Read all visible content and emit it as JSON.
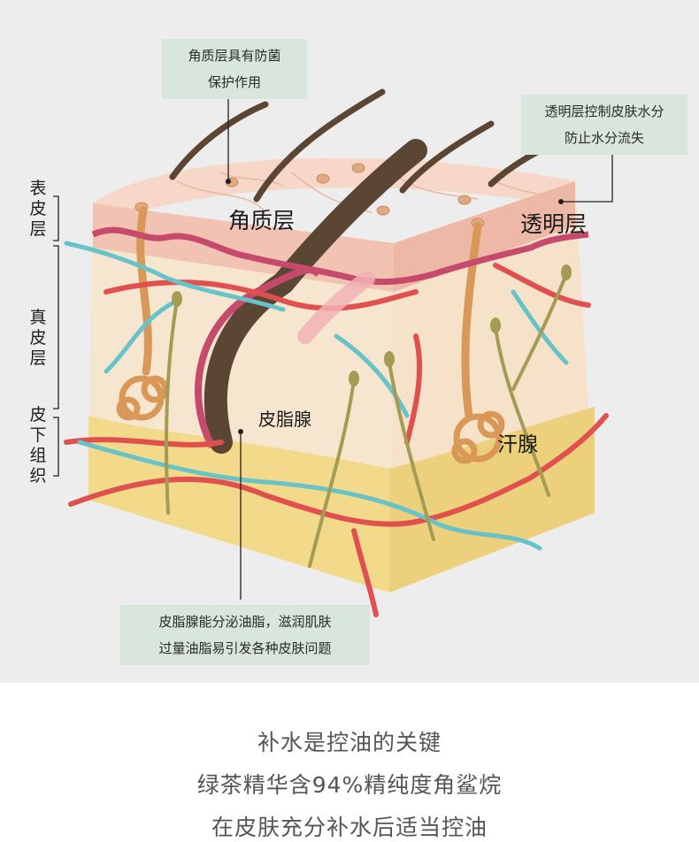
{
  "callouts": {
    "stratum_corneum": "角质层具有防菌\n保护作用",
    "stratum_lucidum": "透明层控制皮肤水分\n防止水分流失",
    "sebaceous_note": "皮脂腺能分泌油脂，滋润肌肤\n过量油脂易引发各种皮肤问题"
  },
  "labels": {
    "stratum_corneum": "角质层",
    "stratum_lucidum": "透明层",
    "sebaceous_gland": "皮脂腺",
    "sweat_gland": "汗腺"
  },
  "side_labels": {
    "epidermis": "表\n皮\n层",
    "dermis": "真\n皮\n层",
    "subcutis": "皮\n下\n组\n织"
  },
  "bottom_text": {
    "line1": "补水是控油的关键",
    "line2": "绿茶精华含94%精纯度角鲨烷",
    "line3": "在皮肤充分补水后适当控油"
  },
  "colors": {
    "callout_bg": "#d8e6dc",
    "artery": "#e0504e",
    "vein": "#68c3c8",
    "nerve": "#a49b55",
    "hair": "#5a4633",
    "fat": "#f3d98a",
    "epidermis": "#f2c3b3"
  }
}
